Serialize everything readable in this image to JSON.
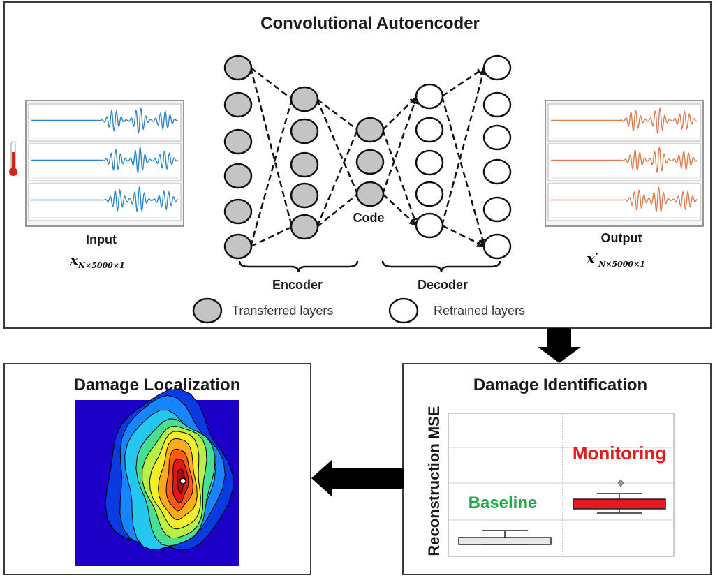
{
  "autoencoder": {
    "title": "Convolutional Autoencoder",
    "input_label": "Input",
    "input_symbol": "x",
    "input_subscript": "N×5000×1",
    "output_label": "Output",
    "output_symbol": "x′",
    "output_subscript": "N×5000×1",
    "code_label": "Code",
    "encoder_label": "Encoder",
    "decoder_label": "Decoder",
    "legend_transferred": "Transferred layers",
    "legend_retrained": "Retrained layers",
    "colors": {
      "transferred": "#c4c4c4",
      "retrained": "#ffffff",
      "input_signal": "#2e86c1",
      "output_signal": "#e07b4f"
    }
  },
  "identification": {
    "title": "Damage Identification",
    "ylabel": "Reconstruction MSE",
    "baseline_label": "Baseline",
    "monitoring_label": "Monitoring",
    "colors": {
      "baseline": "#1faa4a",
      "monitoring": "#e31b1b"
    }
  },
  "localization": {
    "title": "Damage Localization"
  }
}
